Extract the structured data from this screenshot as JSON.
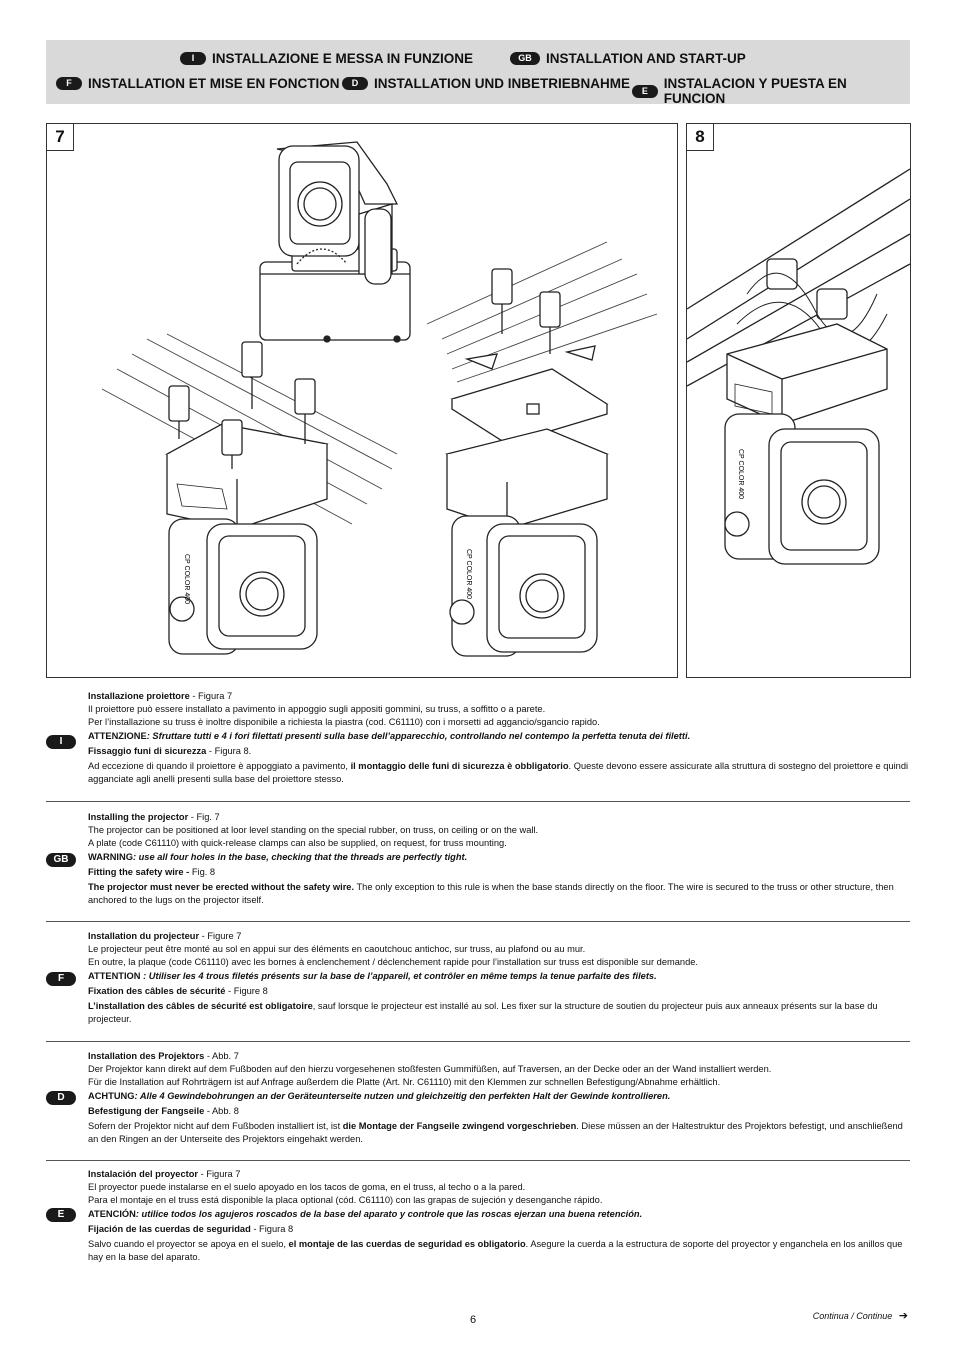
{
  "header": {
    "row1": [
      {
        "code": "I",
        "title": "INSTALLAZIONE E MESSA IN FUNZIONE"
      },
      {
        "code": "GB",
        "title": "INSTALLATION AND START-UP"
      }
    ],
    "row2": [
      {
        "code": "F",
        "title": "INSTALLATION ET MISE EN FONCTION"
      },
      {
        "code": "D",
        "title": "INSTALLATION UND INBETRIEBNAHME"
      },
      {
        "code": "E",
        "title": "INSTALACION Y PUESTA EN FUNCION"
      }
    ]
  },
  "figures": {
    "fig7": {
      "number": "7",
      "model_label": "CP COLOR 400"
    },
    "fig8": {
      "number": "8",
      "model_label": "CP COLOR 400"
    }
  },
  "sections": [
    {
      "code": "I",
      "heading1": "Installazione proiettore",
      "ref1": " - Figura 7",
      "line1": "Il proiettore può essere installato a pavimento in appoggio sugli appositi gommini, su truss, a soffitto o a parete.",
      "line2": "Per l’installazione su truss è inoltre disponibile a richiesta la piastra (cod. C61110) con i morsetti ad aggancio/sgancio rapido.",
      "warn_label": "ATTENZIONE",
      "warn_text": ": Sfruttare tutti e 4 i fori filettati presenti sulla base dell’apparecchio, controllando nel contempo la perfetta tenuta dei filetti.",
      "heading2": "Fissaggio funi di sicurezza",
      "ref2": " - Figura 8.",
      "body_pre": "Ad eccezione di quando il proiettore è appoggiato a pavimento, ",
      "body_bold": "il montaggio delle funi di sicurezza è obbligatorio",
      "body_post": ". Queste devono essere assicurate alla struttura di sostegno del proiettore e quindi agganciate agli anelli presenti sulla base del proiettore stesso."
    },
    {
      "code": "GB",
      "heading1": "Installing the projector",
      "ref1": " - Fig. 7",
      "line1": "The projector can be positioned at loor level standing on the special rubber, on truss, on ceiling or on the wall.",
      "line2": "A plate (code C61110) with quick-release clamps can also be supplied, on request, for truss mounting.",
      "warn_label": "WARNING",
      "warn_text": ": use all four holes in the base, checking that the threads are perfectly tight.",
      "heading2": "Fitting the safety wire - ",
      "ref2": "Fig. 8",
      "body_pre": "",
      "body_bold": "The projector must never be erected without the safety wire.",
      "body_post": " The only exception to this rule is when the base stands directly on the floor. The wire is secured to the truss or other structure, then anchored to the lugs on the projector itself."
    },
    {
      "code": "F",
      "heading1": "Installation du projecteur",
      "ref1": " - Figure 7",
      "line1": "Le projecteur peut être monté au sol en appui sur des éléments en caoutchouc antichoc, sur truss, au plafond ou au mur.",
      "line2": "En outre, la plaque (code C61110) avec les bornes à enclenchement / déclenchement rapide pour l’installation sur truss est disponible sur demande.",
      "warn_label": "ATTENTION",
      "warn_text": " : Utiliser les 4 trous filetés présents sur la base de l’appareil, et contrôler en même temps la tenue parfaite des filets.",
      "heading2": "Fixation des câbles de sécurité",
      "ref2": " - Figure 8",
      "body_pre": "",
      "body_bold": "L’installation des câbles de sécurité est obligatoire",
      "body_post": ", sauf lorsque le projecteur est installé au sol. Les fixer sur la structure de soutien du projecteur puis aux anneaux présents sur la base du projecteur."
    },
    {
      "code": "D",
      "heading1": "Installation des Projektors",
      "ref1": " - Abb. 7",
      "line1": "Der Projektor kann direkt auf dem Fußboden auf den hierzu vorgesehenen stoßfesten Gummifüßen, auf Traversen, an der Decke oder an der Wand installiert werden.",
      "line2": "Für die Installation auf Rohrträgern ist auf Anfrage außerdem die Platte (Art. Nr. C61110) mit den Klemmen zur schnellen Befestigung/Abnahme erhältlich.",
      "warn_label": "ACHTUNG",
      "warn_text": ": Alle 4 Gewindebohrungen an der Geräteunterseite nutzen und gleichzeitig den perfekten Halt der Gewinde kontrollieren.",
      "heading2": "Befestigung der Fangseile",
      "ref2": " - Abb. 8",
      "body_pre": "Sofern der Projektor nicht auf dem Fußboden installiert ist, ist ",
      "body_bold": "die Montage der Fangseile zwingend vorgeschrieben",
      "body_post": ". Diese müssen an der Haltestruktur des Projektors befestigt, und anschließend an den Ringen an der Unterseite des Projektors eingehakt werden."
    },
    {
      "code": "E",
      "heading1": "Instalación del proyector",
      "ref1": " - Figura 7",
      "line1": "El proyector puede instalarse en el suelo apoyado en los tacos de goma, en el truss, al techo o a la pared.",
      "line2": "Para el montaje en el truss está disponible la placa optional (cód. C61110) con las grapas de sujeción y desenganche rápido.",
      "warn_label": "ATENCIÓN",
      "warn_text": ": utilice todos los agujeros roscados de la base del aparato y controle que las roscas ejerzan una buena retención.",
      "heading2": "Fijación de las cuerdas de seguridad",
      "ref2": " - Figura 8",
      "body_pre": "Salvo cuando el proyector se apoya en el suelo, ",
      "body_bold": "el montaje de las cuerdas de seguridad es obligatorio",
      "body_post": ". Asegure la cuerda a la estructura de soporte del proyector y enganchela en los anillos que hay en la base del aparato."
    }
  ],
  "footer": {
    "page": "6",
    "continue": "Continua / Continue"
  }
}
